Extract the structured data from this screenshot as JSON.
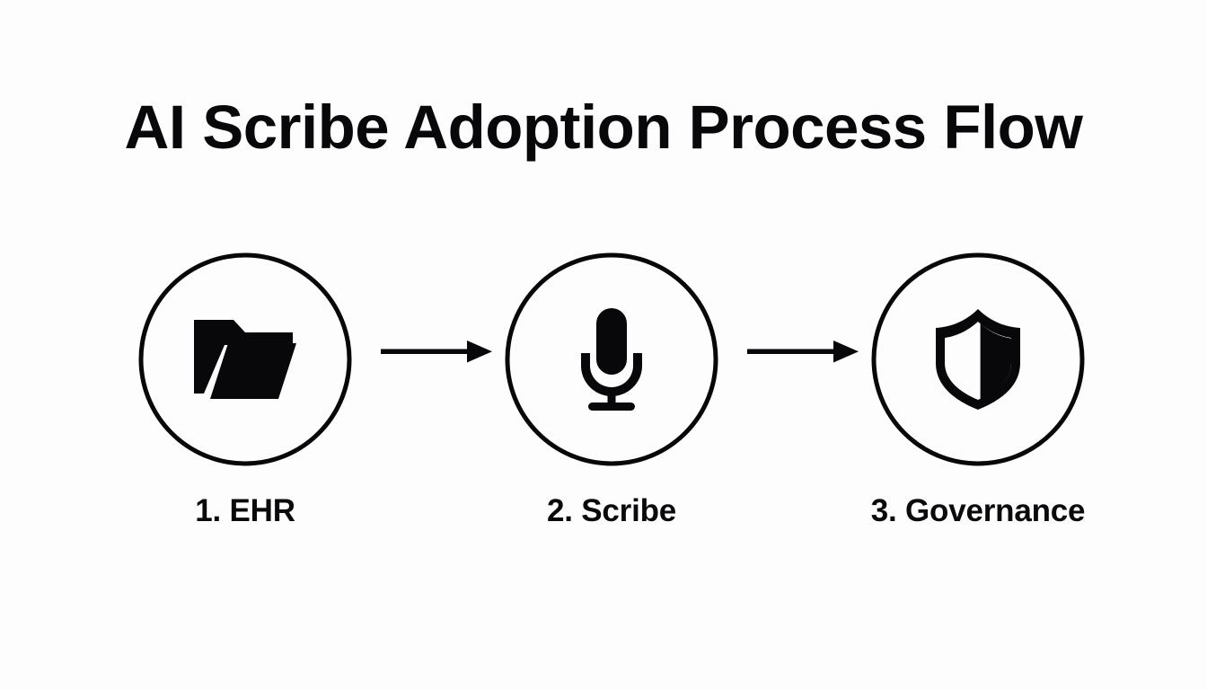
{
  "page": {
    "title": "AI Scribe Adoption Process Flow",
    "background_color": "#fdfdfe",
    "ink_color": "#08080a"
  },
  "diagram": {
    "type": "process-flow",
    "orientation": "horizontal",
    "step_count": 3,
    "connector": "arrow-right",
    "steps": [
      {
        "index": "1",
        "label": "1. EHR",
        "name": "EHR",
        "icon": "folder-open-icon",
        "shape": "circle-outline"
      },
      {
        "index": "2",
        "label": "2. Scribe",
        "name": "Scribe",
        "icon": "microphone-icon",
        "shape": "circle-outline"
      },
      {
        "index": "3",
        "label": "3. Governance",
        "name": "Governance",
        "icon": "shield-icon",
        "shape": "circle-outline"
      }
    ],
    "arrows": [
      {
        "from": "1. EHR",
        "to": "2. Scribe",
        "direction": "right"
      },
      {
        "from": "2. Scribe",
        "to": "3. Governance",
        "direction": "right"
      }
    ]
  }
}
